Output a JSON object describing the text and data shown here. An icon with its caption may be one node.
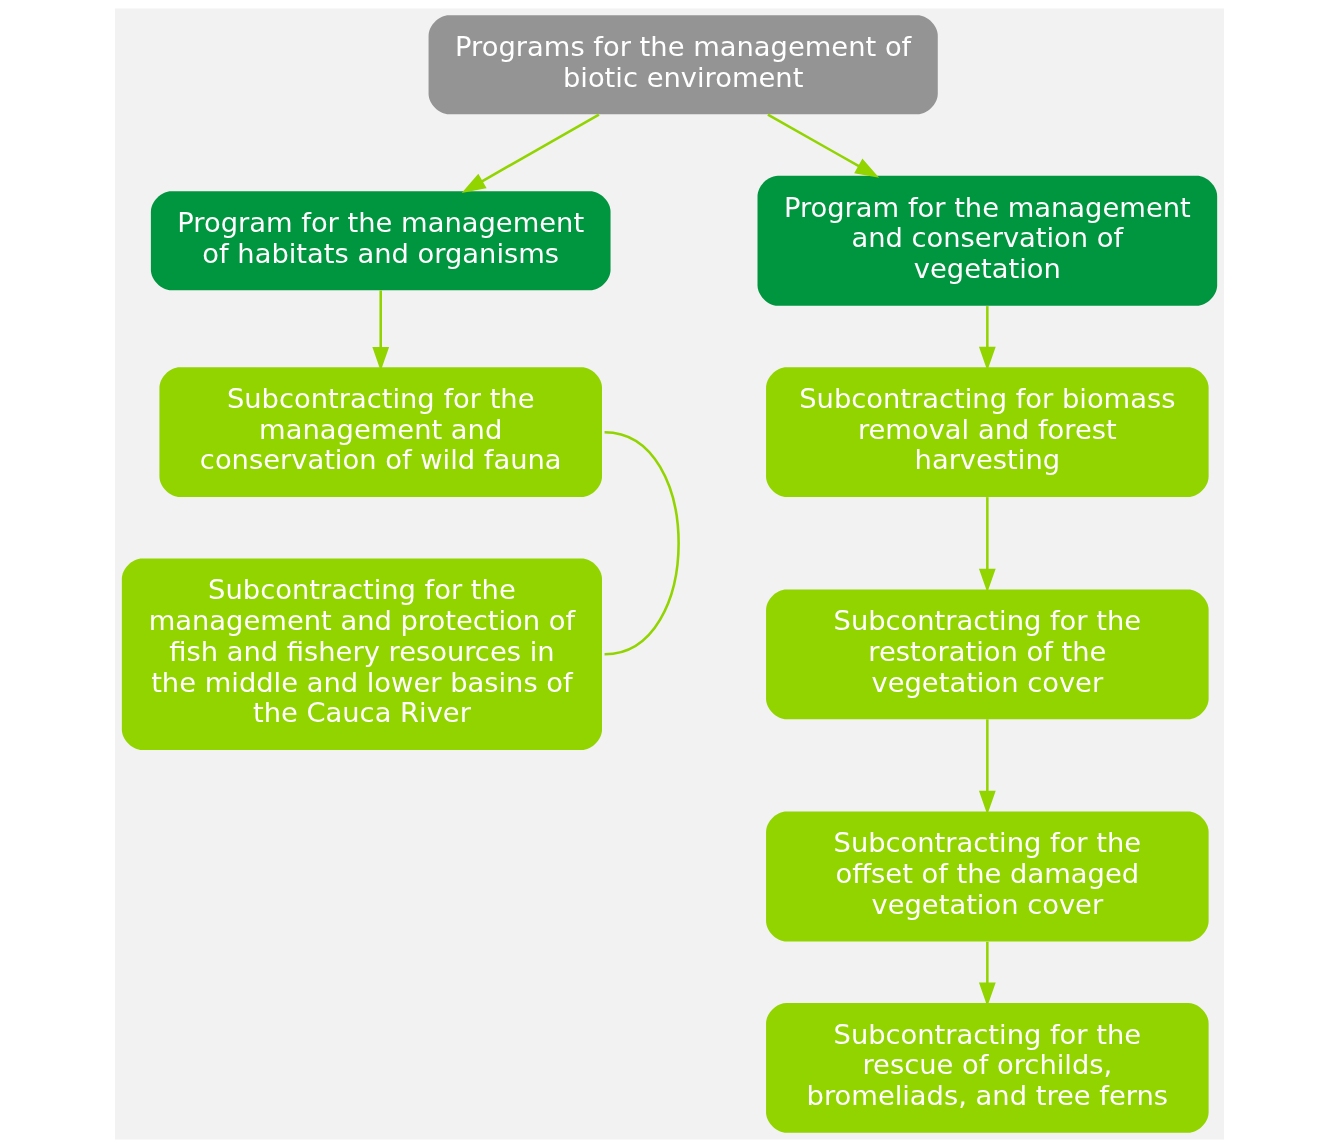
{
  "diagram": {
    "nodes": [
      {
        "text": [
          "Programs for the management of biotic enviroment"
        ]
      },
      {
        "text": [
          "Program for the management of habitats and organisms"
        ]
      },
      {
        "text": [
          "Subcontracting for the management and conservation of wild fauna"
        ]
      },
      {
        "text": [
          "Subcontracting for the management and protection of fish and fishery resources in the middle and lower basins of the Cauca River"
        ]
      },
      {
        "text": [
          "Program for the management and conservation of vegetation"
        ]
      },
      {
        "text": [
          "Subcontracting for biomass removal and forest harvesting"
        ]
      },
      {
        "text": [
          "Subcontracting for the restoration of the vegetation cover"
        ]
      },
      {
        "text": [
          "Subcontracting for the offset of the damaged vegetation cover"
        ]
      },
      {
        "text": [
          "Subcontracting for the rescue of orchilds, bromeliads, and tree ferns"
        ]
      }
    ],
    "edges": [
      {
        "from": 0,
        "to": 1,
        "arrow": "to"
      },
      {
        "from": 0,
        "to": 4,
        "arrow": "to"
      },
      {
        "from": 1,
        "to": 2,
        "arrow": "to"
      },
      {
        "from": 2,
        "to": 3,
        "arrow": "none"
      },
      {
        "from": 4,
        "to": 5,
        "arrow": "to"
      },
      {
        "from": 5,
        "to": 6,
        "arrow": "to"
      },
      {
        "from": 6,
        "to": 7,
        "arrow": "to"
      },
      {
        "from": 7,
        "to": 8,
        "arrow": "to"
      }
    ]
  }
}
